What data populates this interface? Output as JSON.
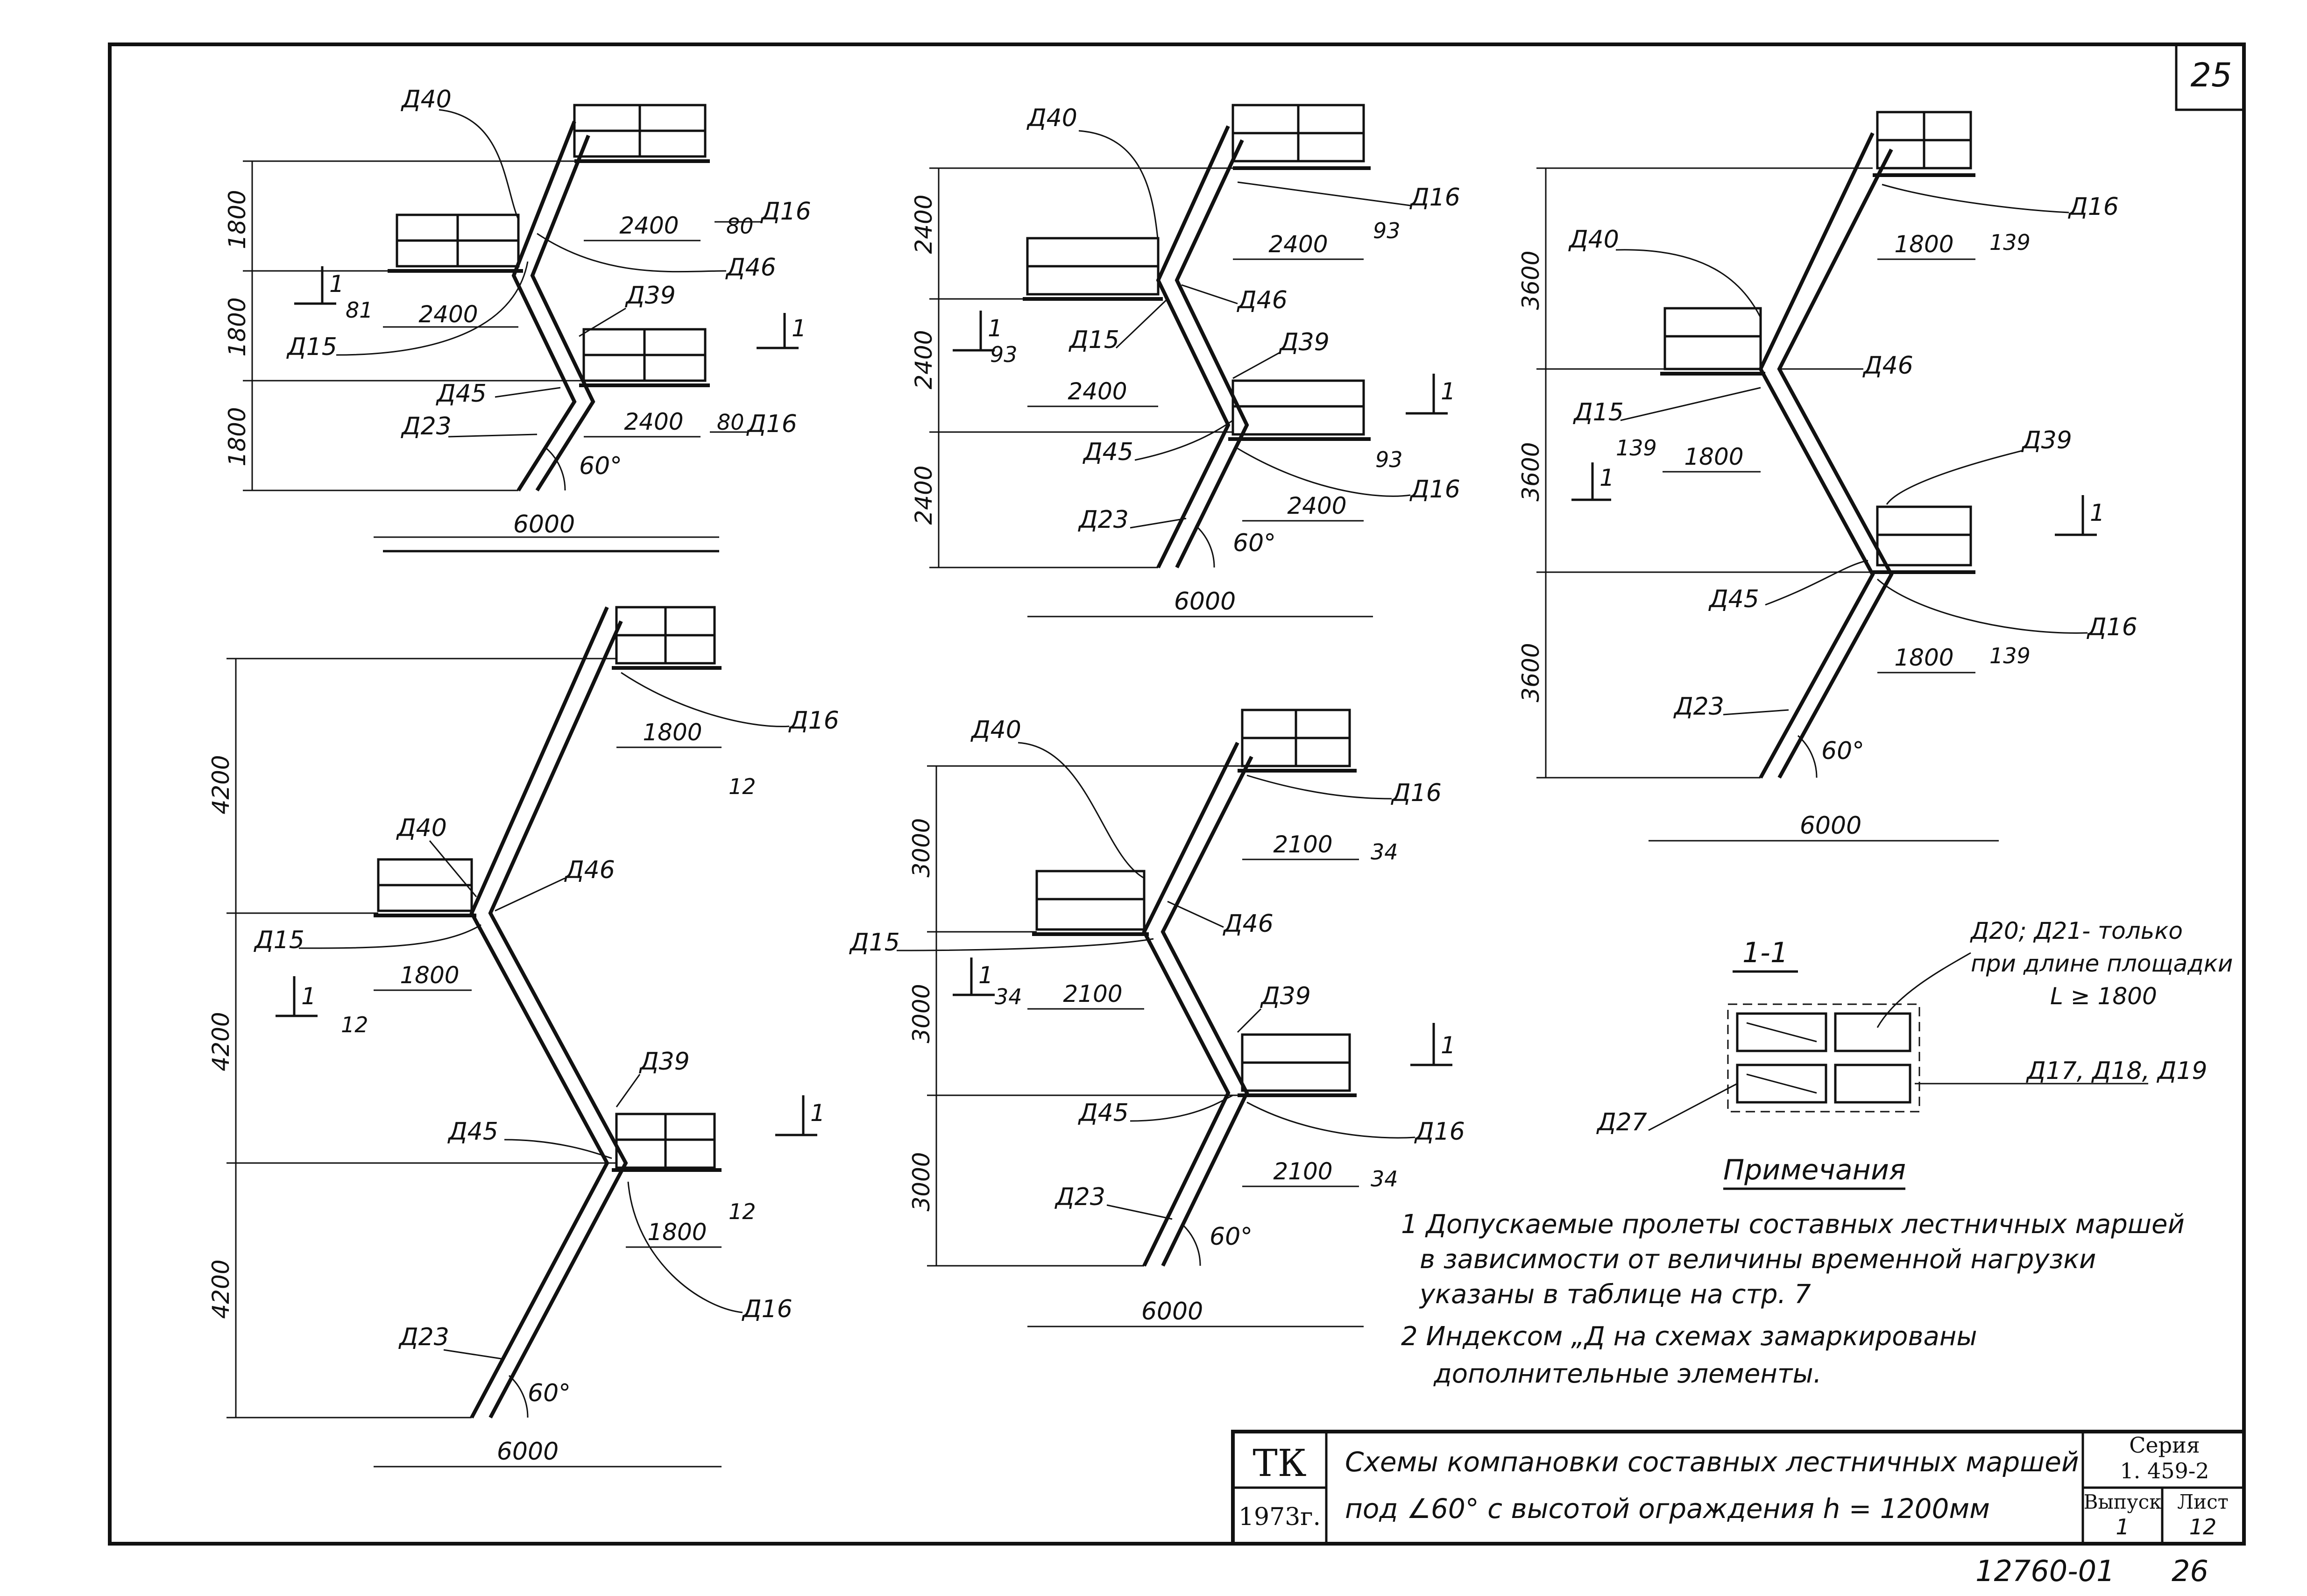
{
  "sheet_number": "25",
  "bottom_code": "12760-01",
  "bottom_page": "26",
  "angle": "60°",
  "elements": {
    "d15": "Д15",
    "d16": "Д16",
    "d23": "Д23",
    "d39": "Д39",
    "d40": "Д40",
    "d45": "Д45",
    "d46": "Д46",
    "d27": "Д27",
    "d17_19": "Д17, Д18, Д19"
  },
  "section_mark": "1",
  "section_title": "1-1",
  "scheme1": {
    "h": "1800",
    "span": "2400",
    "gap1": "80",
    "gap2": "81",
    "total": "6000"
  },
  "scheme2": {
    "h": "2400",
    "span": "2400",
    "gap": "93",
    "total": "6000"
  },
  "scheme3": {
    "h": "3600",
    "span": "1800",
    "gap": "139",
    "total": "6000"
  },
  "scheme4": {
    "h": "4200",
    "span": "1800",
    "gap": "12",
    "total": "6000"
  },
  "scheme5": {
    "h": "3000",
    "span": "2100",
    "gap": "34",
    "total": "6000"
  },
  "note_d20_line1": "Д20; Д21- только",
  "note_d20_line2": "при длине площадки",
  "note_d20_line3": "L ≥ 1800",
  "notes": {
    "title": "Примечания",
    "n1_l1": "1 Допускаемые пролеты составных лестничных маршей",
    "n1_l2": "в зависимости от величины временной нагрузки",
    "n1_l3": "указаны в   таблице   на   стр. 7",
    "n2_l1": "2  Индексом „Д на схемах  замаркированы",
    "n2_l2": "дополнительные    элементы."
  },
  "title_block": {
    "tk": "ТК",
    "year": "1973г.",
    "title_l1": "Схемы компановки составных лестничных маршей",
    "title_l2": "под ∠60° с высотой ограждения h = 1200мм",
    "series_label": "Серия",
    "series_value": "1. 459-2",
    "issue_label": "Выпуск",
    "issue_value": "1",
    "sheet_label": "Лист",
    "sheet_value": "12"
  }
}
